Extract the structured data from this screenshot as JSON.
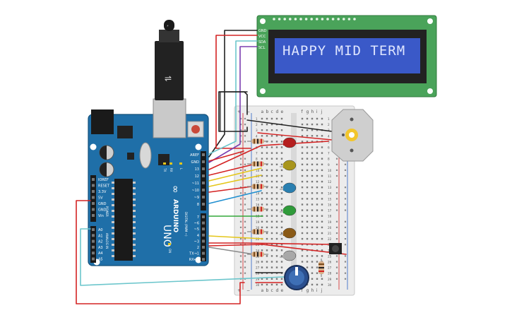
{
  "lcd": {
    "message": "HAPPY MID TERM",
    "pins": [
      "GND",
      "VCC",
      "SDA",
      "SCL"
    ]
  },
  "arduino": {
    "brand": "ARDUINO",
    "model": "UNO",
    "power_header_title": "POWER",
    "analog_header_title": "ANALOG IN",
    "digital_header_title": "DIGITAL (PWM ~)",
    "power_pins": [
      "IOREF",
      "RESET",
      "3.3V",
      "5V",
      "GND",
      "GND",
      "Vin"
    ],
    "analog_pins": [
      "A0",
      "A1",
      "A2",
      "A3",
      "A4",
      "A5"
    ],
    "digital_pins_top": [
      "AREF",
      "GND",
      "13",
      "12",
      "~11",
      "~10",
      "~9",
      "8"
    ],
    "digital_pins_bottom": [
      "7",
      "~6",
      "~5",
      "4",
      "~3",
      "2",
      "TX→1",
      "RX←0"
    ],
    "led_labels": [
      "L",
      "TX",
      "RX",
      "ON"
    ]
  },
  "breadboard": {
    "columns_left": [
      "a",
      "b",
      "c",
      "d",
      "e"
    ],
    "columns_right": [
      "f",
      "g",
      "h",
      "i",
      "j"
    ],
    "rail_plus": "+",
    "rail_minus": "−",
    "row_numbers": [
      "1",
      "2",
      "3",
      "4",
      "5",
      "6",
      "7",
      "8",
      "9",
      "10",
      "11",
      "12",
      "13",
      "14",
      "15",
      "16",
      "17",
      "18",
      "19",
      "20",
      "21",
      "22",
      "23",
      "24",
      "25",
      "26",
      "27",
      "28",
      "29",
      "30"
    ]
  },
  "components": {
    "leds": [
      {
        "color": "#b51f1f"
      },
      {
        "color": "#a8951d"
      },
      {
        "color": "#2a7fb0"
      },
      {
        "color": "#2f9a3a"
      },
      {
        "color": "#8a5a17"
      },
      {
        "color": "#a8a8a8"
      }
    ],
    "motor_label": "",
    "potentiometer": "potentiometer",
    "pushbutton": "pushbutton"
  },
  "colors": {
    "arduino_board": "#1f6fa8",
    "lcd_pcb": "#4aa35a",
    "lcd_screen": "#3a59c8",
    "breadboard": "#ececec",
    "wire_red": "#d42323",
    "wire_black": "#222222",
    "wire_yellow": "#e4c61a",
    "wire_blue": "#1f8fd0",
    "wire_green": "#34a83a",
    "wire_cyan": "#6cc6cc",
    "wire_purple": "#7b3fb0",
    "wire_gray": "#8a8a8a"
  }
}
